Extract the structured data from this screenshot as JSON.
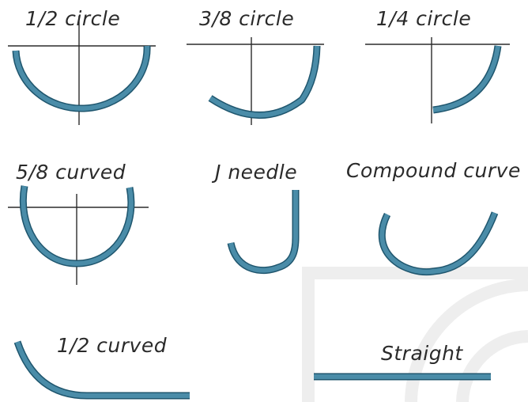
{
  "colors": {
    "needle": "#4a8ca8",
    "needle_edge": "#1f566e",
    "axis": "#2b2b2b",
    "watermark": "#eeeeee",
    "text": "#2a2a2a"
  },
  "labels": {
    "half_circle": "1/2 circle",
    "three_eighths_circle": "3/8 circle",
    "quarter_circle": "1/4 circle",
    "five_eighths_curved": "5/8 curved",
    "j_needle": "J needle",
    "compound_curve": "Compound curve",
    "half_curved": "1/2 curved",
    "straight": "Straight"
  }
}
